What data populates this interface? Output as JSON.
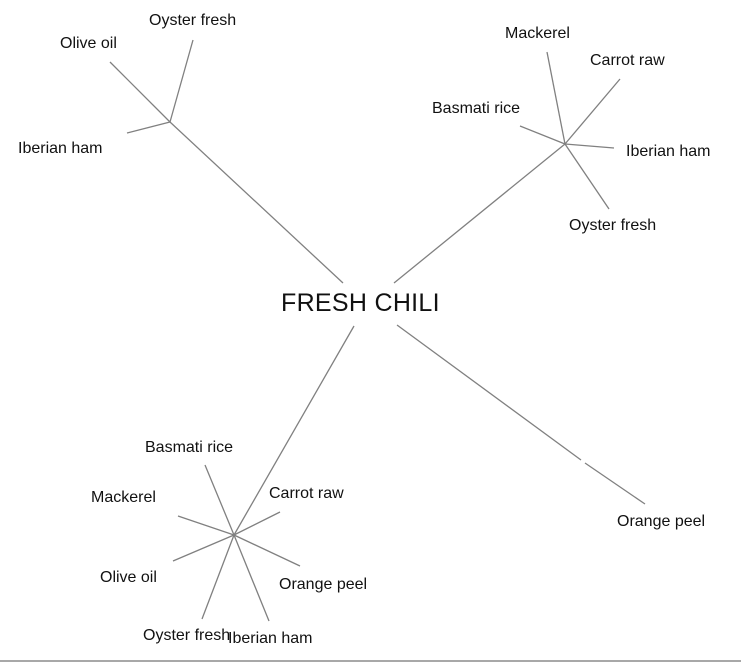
{
  "diagram": {
    "type": "radial-tree",
    "root": "FRESH CHILI",
    "edge_color": "#808080",
    "branches": [
      {
        "id": "top-left",
        "children": [
          "Oyster fresh",
          "Olive oil",
          "Iberian ham"
        ]
      },
      {
        "id": "top-right",
        "children": [
          "Mackerel",
          "Carrot raw",
          "Basmati rice",
          "Iberian ham",
          "Oyster fresh"
        ]
      },
      {
        "id": "bottom-left",
        "children": [
          "Basmati rice",
          "Mackerel",
          "Carrot raw",
          "Olive oil",
          "Orange peel",
          "Oyster fresh",
          "Iberian ham"
        ]
      },
      {
        "id": "bottom-right",
        "leaf": "Orange peel"
      }
    ]
  }
}
